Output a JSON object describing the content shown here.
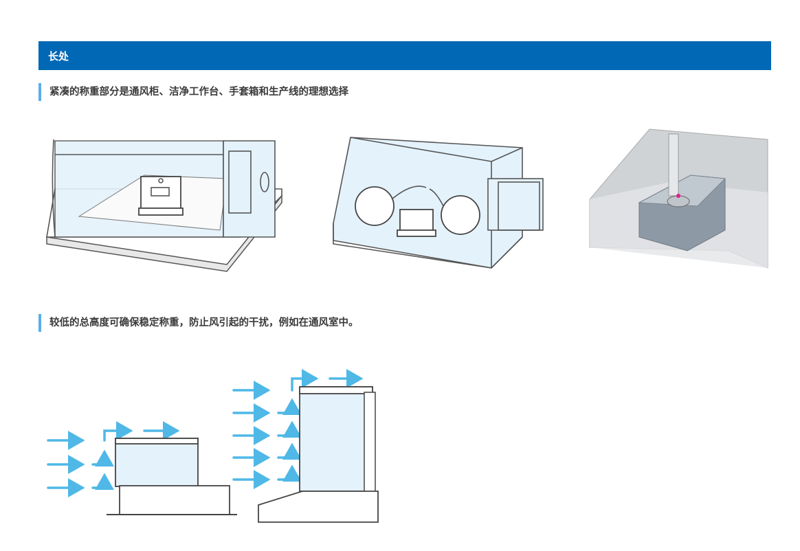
{
  "section": {
    "title": "长处"
  },
  "features": [
    {
      "text": "紧凑的称重部分是通风柜、洁净工作台、手套箱和生产线的理想选择"
    },
    {
      "text": "较低的总高度可确保稳定称重，防止风引起的干扰，例如在通风室中。"
    }
  ],
  "colors": {
    "header": "#0068b4",
    "accent": "#5aaee6",
    "airflow": "#4fb8e6",
    "glass": "#e4f2fb"
  }
}
